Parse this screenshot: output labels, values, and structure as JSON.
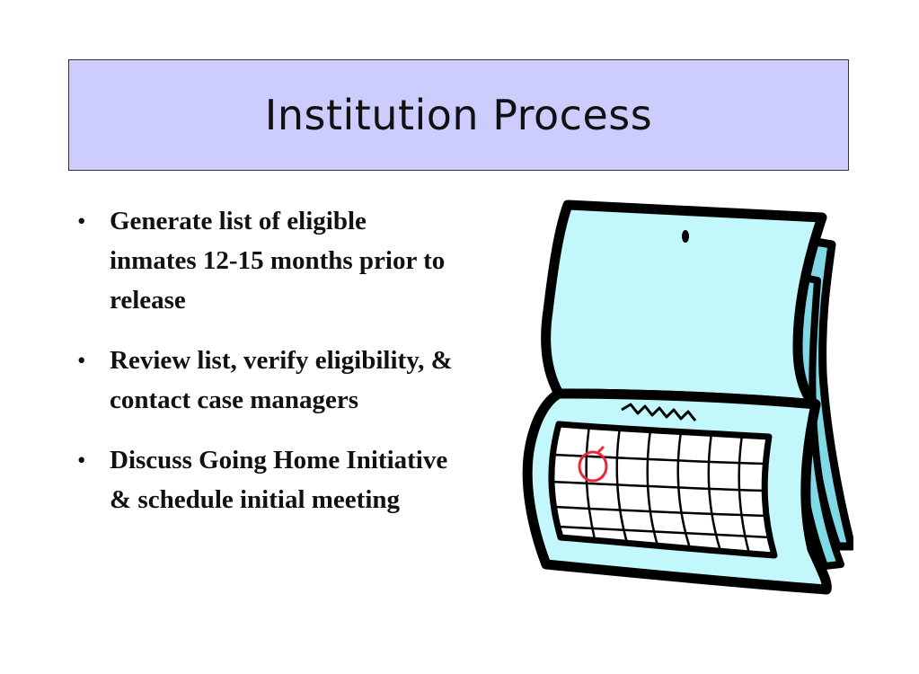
{
  "slide": {
    "title": "Institution Process",
    "bullets": [
      "Generate list of  eligible inmates 12-15 months prior to release",
      "Review list, verify eligibility, & contact case managers",
      "Discuss Going Home Initiative & schedule initial meeting"
    ],
    "bullet_marker": "•"
  },
  "colors": {
    "title_bg": "#ccccff",
    "calendar_page": "#c2f7fb",
    "calendar_side": "#7fd9e6",
    "circle_mark": "#e8283a"
  },
  "illustration": {
    "icon": "calendar-icon"
  }
}
